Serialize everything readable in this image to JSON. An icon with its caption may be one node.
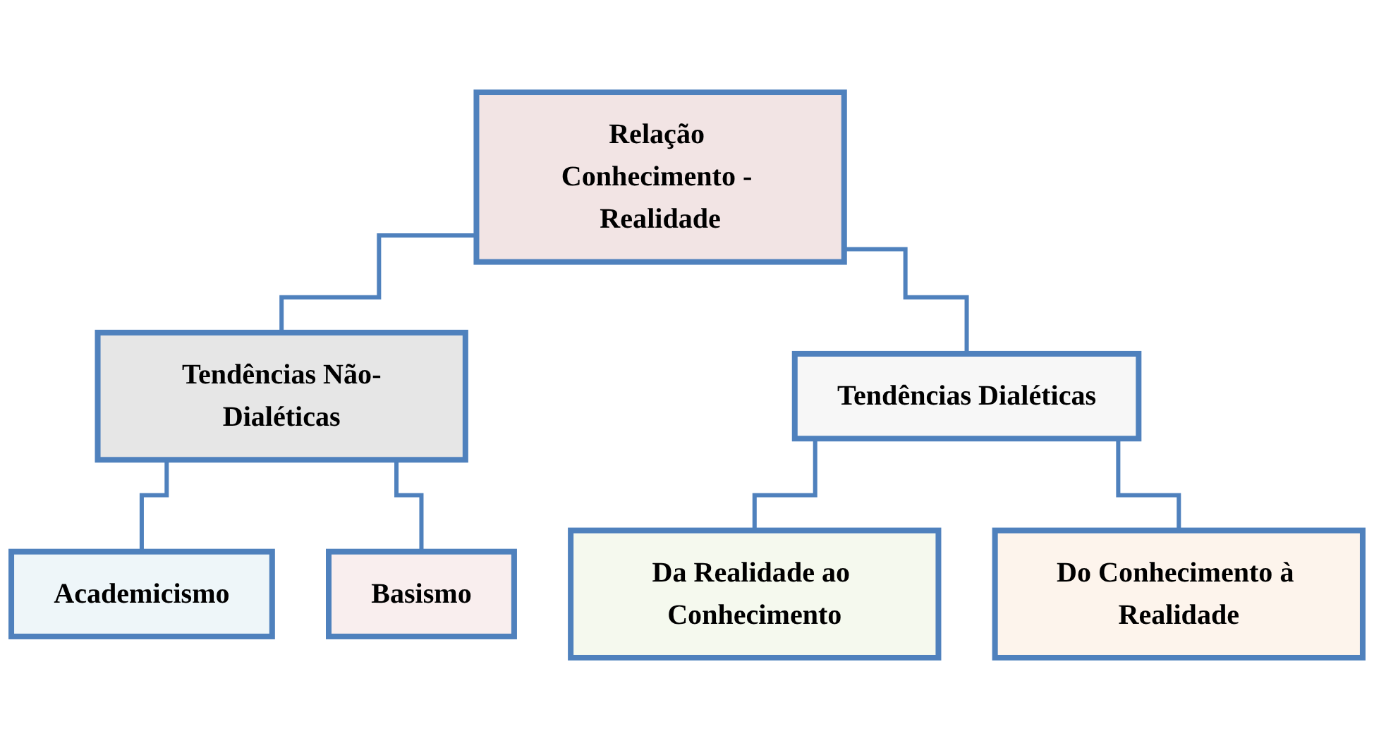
{
  "diagram": {
    "nodes": [
      {
        "text": [
          "Relação Conhecimento - Realidade"
        ]
      },
      {
        "text": [
          "Tendências Não-Dialéticas"
        ]
      },
      {
        "text": [
          "Tendências Dialéticas"
        ]
      },
      {
        "text": [
          "Academicismo"
        ]
      },
      {
        "text": [
          "Basismo"
        ]
      },
      {
        "text": [
          "Da Realidade ao Conhecimento"
        ]
      },
      {
        "text": [
          "Do Conhecimento à Realidade"
        ]
      }
    ],
    "edges": [
      {
        "from": 0,
        "to": 1,
        "arrow": "none"
      },
      {
        "from": 0,
        "to": 2,
        "arrow": "none"
      },
      {
        "from": 1,
        "to": 3,
        "arrow": "none"
      },
      {
        "from": 1,
        "to": 4,
        "arrow": "none"
      },
      {
        "from": 2,
        "to": 5,
        "arrow": "none"
      },
      {
        "from": 2,
        "to": 6,
        "arrow": "none"
      }
    ]
  }
}
